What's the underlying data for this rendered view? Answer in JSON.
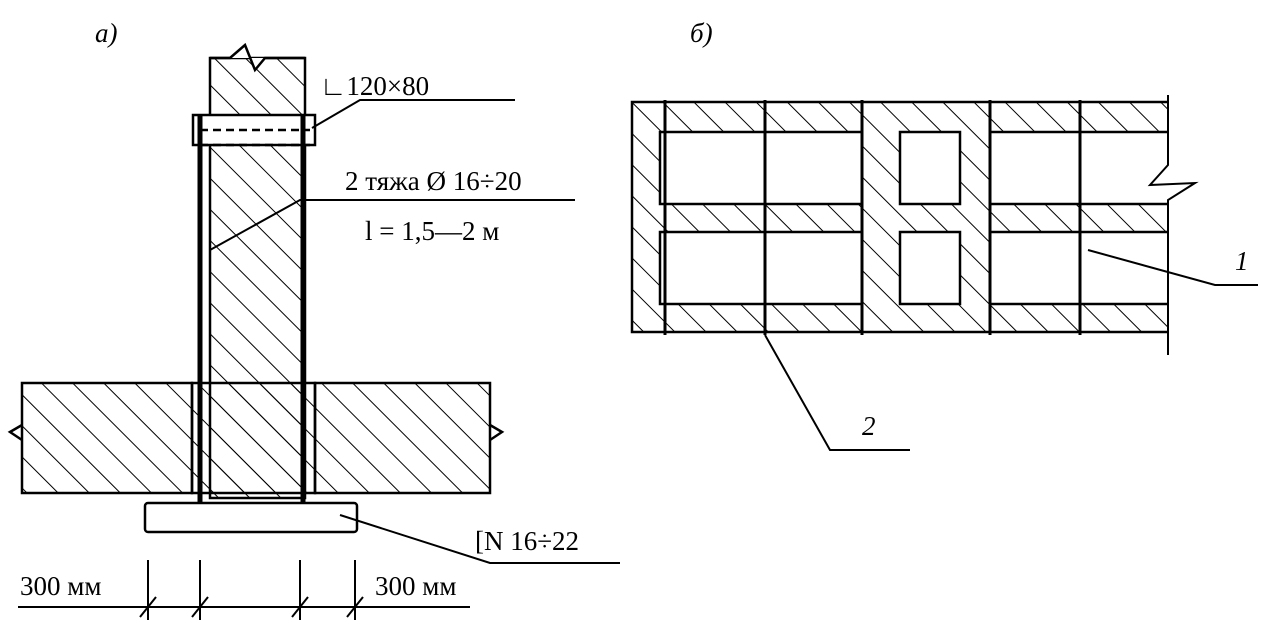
{
  "figure_a": {
    "label": "а)",
    "angle_label": "∟120×80",
    "rod_label": "2 тяжа Ø 16÷20",
    "rod_length": "l = 1,5—2 м",
    "channel_label": "[N 16÷22",
    "dim_left": "300 мм",
    "dim_right": "300 мм"
  },
  "figure_b": {
    "label": "б)",
    "callout_1": "1",
    "callout_2": "2"
  }
}
